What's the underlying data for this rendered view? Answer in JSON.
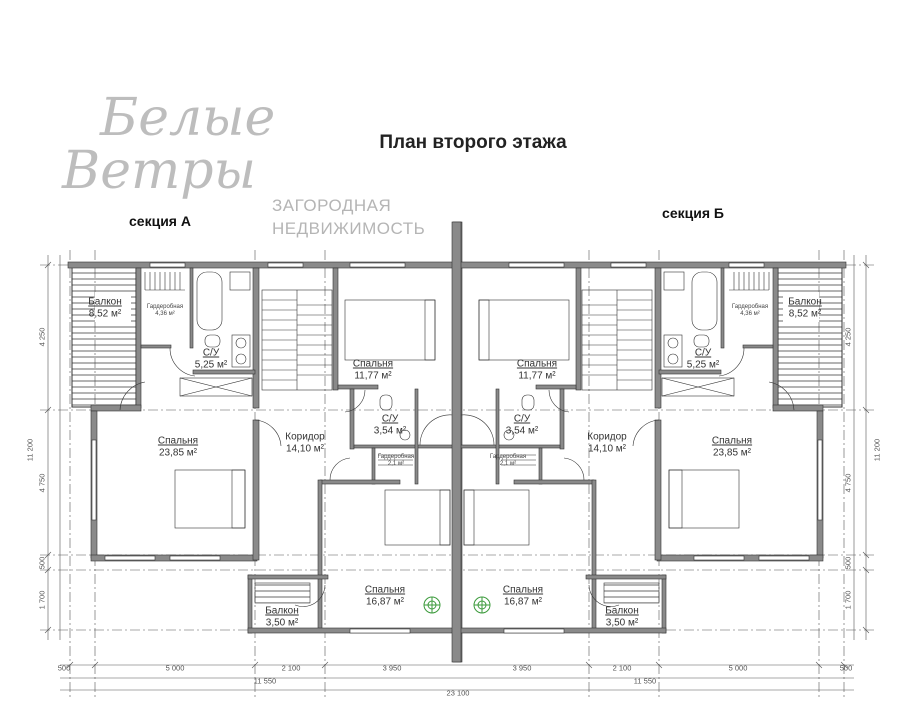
{
  "title": "План второго этажа",
  "sections": {
    "a": "секция А",
    "b": "секция Б"
  },
  "logo": {
    "brand_line1": "Белые",
    "brand_line2": "Ветры",
    "tagline1": "ЗАГОРОДНАЯ",
    "tagline2": "НЕДВИЖИМОСТЬ"
  },
  "colors": {
    "wall": "#8a8a8a",
    "line": "#333333",
    "tree": "#3a9a3a",
    "logo": "#bdbdbd"
  },
  "rooms_a": [
    {
      "name": "Балкон",
      "area": "8,52 м²"
    },
    {
      "name": "Гардеробная",
      "area": "4,36 м²"
    },
    {
      "name": "С/У",
      "area": "5,25 м²"
    },
    {
      "name": "Спальня",
      "area": "11,77 м²"
    },
    {
      "name": "С/У",
      "area": "3,54 м²"
    },
    {
      "name": "Гардеробная",
      "area": "2,1 м²"
    },
    {
      "name": "Спальня",
      "area": "23,85 м²"
    },
    {
      "name": "Коридор",
      "area": "14,10 м²"
    },
    {
      "name": "Спальня",
      "area": "16,87 м²"
    },
    {
      "name": "Балкон",
      "area": "3,50 м²"
    }
  ],
  "rooms_b": [
    {
      "name": "Балкон",
      "area": "8,52 м²"
    },
    {
      "name": "Гардеробная",
      "area": "4,36 м²"
    },
    {
      "name": "С/У",
      "area": "5,25 м²"
    },
    {
      "name": "Спальня",
      "area": "11,77 м²"
    },
    {
      "name": "С/У",
      "area": "3,54 м²"
    },
    {
      "name": "Гардеробная",
      "area": "2,1 м²"
    },
    {
      "name": "Спальня",
      "area": "23,85 м²"
    },
    {
      "name": "Коридор",
      "area": "14,10 м²"
    },
    {
      "name": "Спальня",
      "area": "16,87 м²"
    },
    {
      "name": "Балкон",
      "area": "3,50 м²"
    }
  ],
  "dimensions": {
    "horizontal": [
      "500",
      "5 000",
      "2 100",
      "3 950",
      "3 950",
      "2 100",
      "5 000",
      "500"
    ],
    "halves": [
      "11 550",
      "11 550"
    ],
    "total": "23 100",
    "vertical_left": [
      "4 250",
      "11 200",
      "4 750",
      "500",
      "1 700"
    ],
    "vertical_right": [
      "4 250",
      "11 200",
      "4 750",
      "500",
      "1 700"
    ]
  }
}
